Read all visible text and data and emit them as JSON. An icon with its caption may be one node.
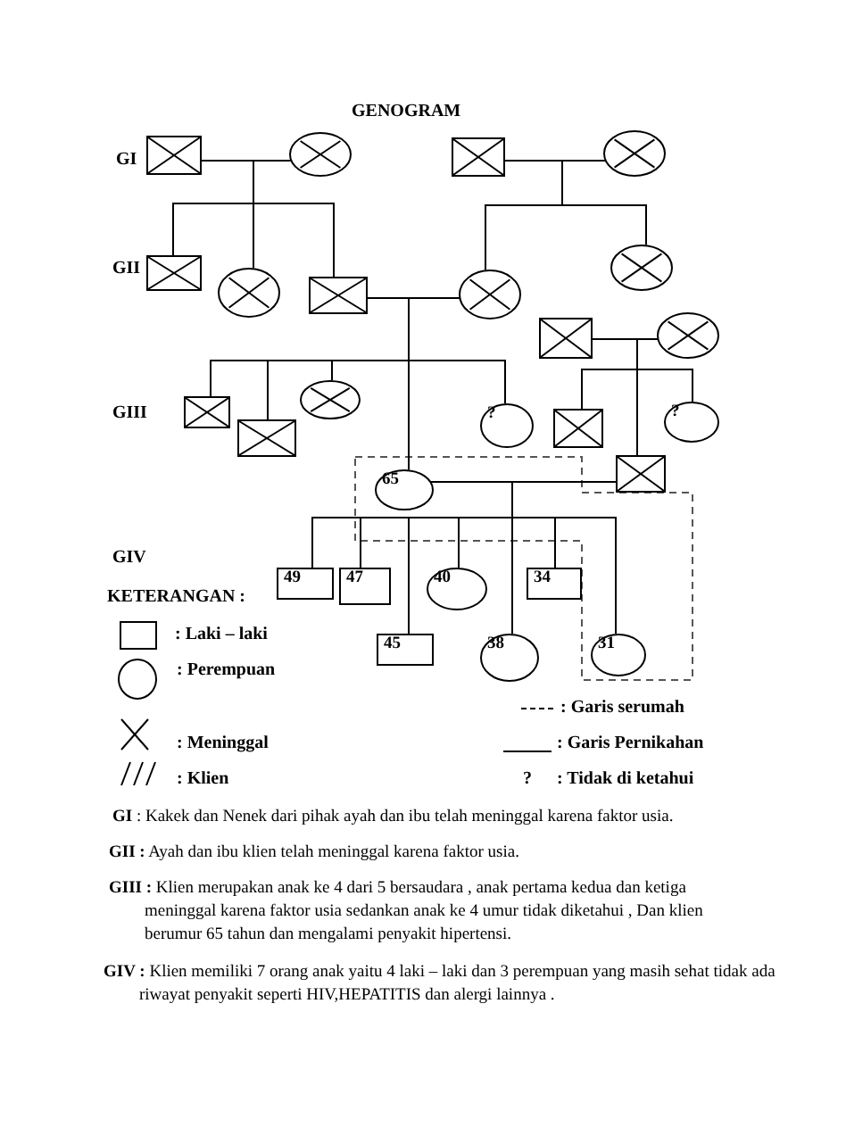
{
  "diagram": {
    "title": "GENOGRAM",
    "nodes": [
      {
        "text": [],
        "shape": "box"
      },
      {
        "text": [],
        "shape": "circle"
      },
      {
        "text": [],
        "shape": "box"
      },
      {
        "text": [],
        "shape": "circle"
      },
      {
        "text": [],
        "shape": "box"
      },
      {
        "text": [],
        "shape": "circle"
      },
      {
        "text": [],
        "shape": "box"
      },
      {
        "text": [],
        "shape": "circle"
      },
      {
        "text": [],
        "shape": "circle"
      },
      {
        "text": [],
        "shape": "box"
      },
      {
        "text": [],
        "shape": "circle"
      },
      {
        "text": [],
        "shape": "box"
      },
      {
        "text": [],
        "shape": "box"
      },
      {
        "text": [],
        "shape": "circle"
      },
      {
        "text": [
          "?"
        ]
      },
      {
        "text": [],
        "shape": "box"
      },
      {
        "text": [
          "?"
        ]
      },
      {
        "text": [
          "65"
        ]
      },
      {
        "text": [],
        "shape": "box"
      },
      {
        "text": [
          "49"
        ]
      },
      {
        "text": [
          "47"
        ]
      },
      {
        "text": [
          "40"
        ]
      },
      {
        "text": [
          "34"
        ]
      },
      {
        "text": [
          "45"
        ]
      },
      {
        "text": [
          "38"
        ]
      },
      {
        "text": [
          "31"
        ]
      }
    ],
    "edges": [
      {
        "from": 0,
        "to": 1,
        "arrow": "none"
      },
      {
        "from": 0,
        "to": 4,
        "arrow": "none"
      },
      {
        "from": 1,
        "to": 4,
        "arrow": "none"
      },
      {
        "from": 0,
        "to": 5,
        "arrow": "none"
      },
      {
        "from": 1,
        "to": 5,
        "arrow": "none"
      },
      {
        "from": 0,
        "to": 6,
        "arrow": "none"
      },
      {
        "from": 1,
        "to": 6,
        "arrow": "none"
      },
      {
        "from": 2,
        "to": 3,
        "arrow": "none"
      },
      {
        "from": 2,
        "to": 7,
        "arrow": "none"
      },
      {
        "from": 3,
        "to": 7,
        "arrow": "none"
      },
      {
        "from": 2,
        "to": 8,
        "arrow": "none"
      },
      {
        "from": 3,
        "to": 8,
        "arrow": "none"
      },
      {
        "from": 6,
        "to": 7,
        "arrow": "none"
      },
      {
        "from": 6,
        "to": 11,
        "arrow": "none"
      },
      {
        "from": 7,
        "to": 11,
        "arrow": "none"
      },
      {
        "from": 6,
        "to": 12,
        "arrow": "none"
      },
      {
        "from": 7,
        "to": 12,
        "arrow": "none"
      },
      {
        "from": 6,
        "to": 13,
        "arrow": "none"
      },
      {
        "from": 7,
        "to": 13,
        "arrow": "none"
      },
      {
        "from": 6,
        "to": 17,
        "arrow": "none"
      },
      {
        "from": 7,
        "to": 17,
        "arrow": "none"
      },
      {
        "from": 6,
        "to": 14,
        "arrow": "none"
      },
      {
        "from": 7,
        "to": 14,
        "arrow": "none"
      },
      {
        "from": 9,
        "to": 10,
        "arrow": "none"
      },
      {
        "from": 9,
        "to": 15,
        "arrow": "none"
      },
      {
        "from": 10,
        "to": 15,
        "arrow": "none"
      },
      {
        "from": 9,
        "to": 18,
        "arrow": "none"
      },
      {
        "from": 10,
        "to": 18,
        "arrow": "none"
      },
      {
        "from": 9,
        "to": 16,
        "arrow": "none"
      },
      {
        "from": 10,
        "to": 16,
        "arrow": "none"
      },
      {
        "from": 17,
        "to": 18,
        "arrow": "none"
      },
      {
        "from": 17,
        "to": 19,
        "arrow": "none"
      },
      {
        "from": 18,
        "to": 19,
        "arrow": "none"
      },
      {
        "from": 17,
        "to": 20,
        "arrow": "none"
      },
      {
        "from": 18,
        "to": 20,
        "arrow": "none"
      },
      {
        "from": 17,
        "to": 23,
        "arrow": "none"
      },
      {
        "from": 18,
        "to": 23,
        "arrow": "none"
      },
      {
        "from": 17,
        "to": 21,
        "arrow": "none"
      },
      {
        "from": 18,
        "to": 21,
        "arrow": "none"
      },
      {
        "from": 17,
        "to": 24,
        "arrow": "none"
      },
      {
        "from": 18,
        "to": 24,
        "arrow": "none"
      },
      {
        "from": 17,
        "to": 22,
        "arrow": "none"
      },
      {
        "from": 18,
        "to": 22,
        "arrow": "none"
      },
      {
        "from": 17,
        "to": 25,
        "arrow": "none"
      },
      {
        "from": 18,
        "to": 25,
        "arrow": "none"
      }
    ],
    "labels": [
      "GI",
      "GII",
      "GIII",
      "GIV",
      "KETERANGAN :",
      "?",
      "**GI** : Kakek dan Nenek dari pihak ayah dan ibu telah meninggal karena faktor usia.",
      "**GII :** Ayah dan ibu klien telah meninggal karena faktor usia.",
      "**GIII :** Klien merupakan anak ke 4 dari 5 bersaudara , anak pertama kedua dan ketiga meninggal karena faktor usia sedankan anak ke 4 umur tidak diketahui , Dan klien berumur 65 tahun dan mengalami penyakit hipertensi.",
      "**GIV :** Klien memiliki 7 orang anak yaitu 4 laki – laki dan 3 perempuan yang masih sehat tidak ada riwayat penyakit seperti HIV,HEPATITIS dan alergi lainnya ."
    ],
    "legend": [
      {
        "text": ": Laki – laki"
      },
      {
        "text": ": Perempuan"
      },
      {
        "text": ": Garis serumah"
      },
      {
        "text": ": Meninggal"
      },
      {
        "text": ": Garis Pernikahan"
      },
      {
        "text": ": Klien"
      },
      {
        "text": ": Tidak di ketahui"
      }
    ]
  }
}
